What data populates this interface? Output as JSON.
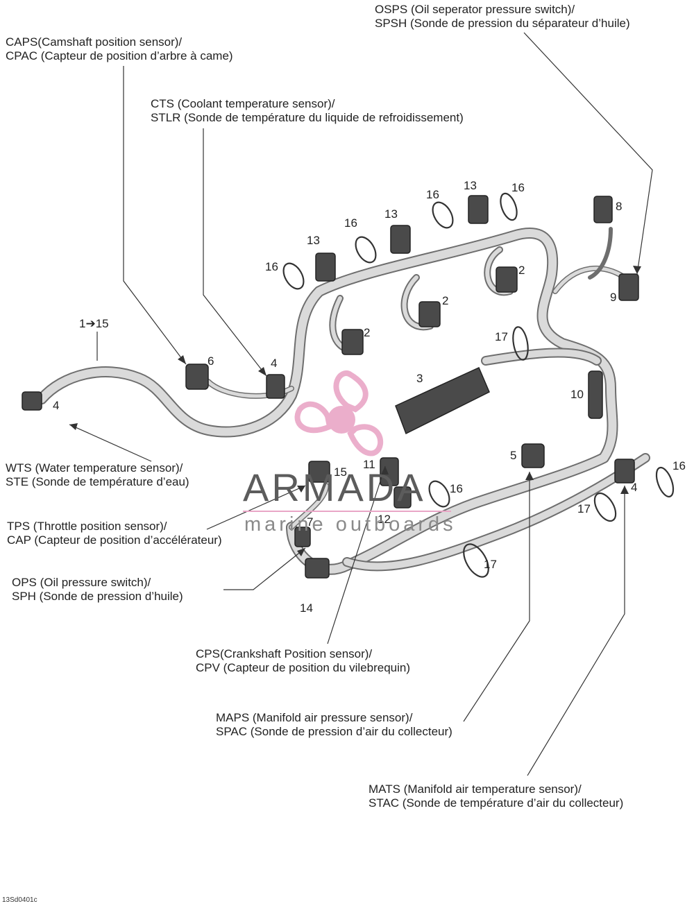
{
  "callouts": {
    "osps": [
      "OSPS (Oil seperator pressure switch)/",
      "SPSH (Sonde de pression du séparateur d’huile)"
    ],
    "caps": [
      "CAPS(Camshaft position sensor)/",
      "CPAC (Capteur de position d’arbre à came)"
    ],
    "cts": [
      "CTS (Coolant temperature sensor)/",
      "STLR (Sonde de température du liquide de refroidissement)"
    ],
    "wts": [
      "WTS (Water temperature sensor)/",
      "STE (Sonde de température d’eau)"
    ],
    "tps": [
      "TPS (Throttle position sensor)/",
      "CAP (Capteur de position d’accélérateur)"
    ],
    "ops": [
      "OPS (Oil pressure switch)/",
      "SPH (Sonde de pression d’huile)"
    ],
    "cps": [
      "CPS(Crankshaft Position sensor)/",
      "CPV (Capteur de position du vilebrequin)"
    ],
    "maps": [
      "MAPS (Manifold air pressure sensor)/",
      "SPAC (Sonde de pression d’air du collecteur)"
    ],
    "mats": [
      "MATS (Manifold air temperature sensor)/",
      "STAC (Sonde de température d’air du collecteur)"
    ]
  },
  "part_numbers": {
    "n_1_15": "1➔15",
    "n1": "16",
    "n2": "13",
    "n3": "16",
    "n4": "13",
    "n5": "16",
    "n6": "13",
    "n7": "16",
    "n8": "8",
    "n9": "9",
    "n10": "2",
    "n11": "2",
    "n12": "2",
    "n13": "17",
    "n14": "3",
    "n15": "6",
    "n16": "4",
    "n17": "10",
    "n18": "4",
    "n19": "5",
    "n20": "16",
    "n21": "4",
    "n22": "17",
    "n23": "11",
    "n24": "15",
    "n25": "16",
    "n26": "12",
    "n27": "7",
    "n28": "17",
    "n29": "14"
  },
  "watermark": {
    "brand": "ARMADA",
    "tagline": "marine outboards",
    "accent_color": "#e9a6c6"
  },
  "drawing_code": "13Sd0401c",
  "colors": {
    "harness": "#dadada",
    "harness_edge": "#6e6e6e",
    "connector": "#4a4a4a",
    "leader": "#333333"
  }
}
